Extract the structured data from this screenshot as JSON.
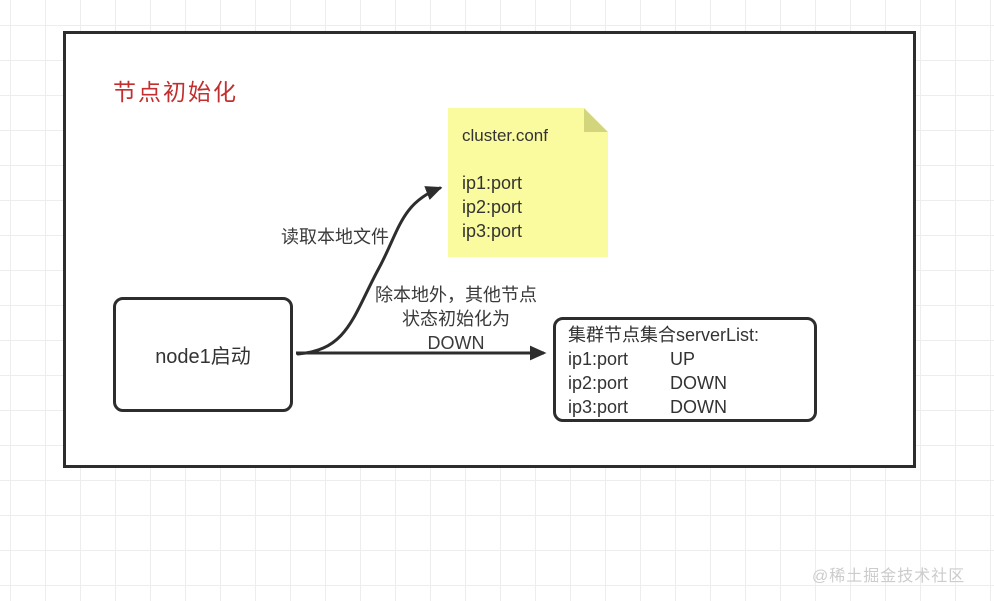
{
  "page": {
    "title": "节点初始化",
    "watermark": "@稀土掘金技术社区"
  },
  "colors": {
    "title_red": "#c22f2e",
    "stroke_dark": "#2d2d2d",
    "note_bg": "#fafa9e",
    "note_fold": "#d2d57c",
    "grid_line": "#ededed",
    "watermark_gray": "#cccccc"
  },
  "sticky_note": {
    "title": "cluster.conf",
    "lines": [
      "ip1:port",
      "ip2:port",
      "ip3:port"
    ]
  },
  "node_box": {
    "label": "node1启动"
  },
  "server_list_box": {
    "title": "集群节点集合serverList:",
    "rows": [
      {
        "endpoint": "ip1:port",
        "status": "UP"
      },
      {
        "endpoint": "ip2:port",
        "status": "DOWN"
      },
      {
        "endpoint": "ip3:port",
        "status": "DOWN"
      }
    ]
  },
  "arrow_labels": {
    "read_local": "读取本地文件",
    "init_line1": "除本地外，其他节点",
    "init_line2": "状态初始化为",
    "init_line3": "DOWN"
  }
}
